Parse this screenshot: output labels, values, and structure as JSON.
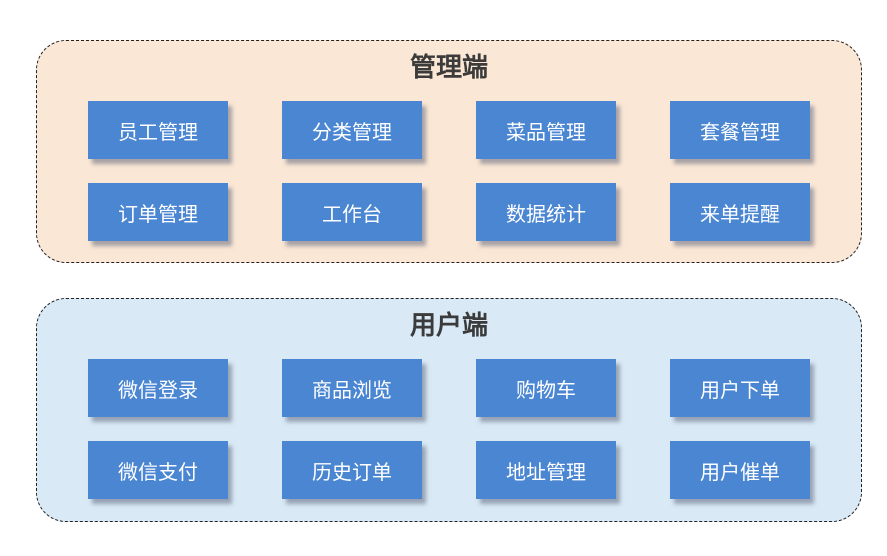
{
  "panels": [
    {
      "id": "admin",
      "title": "管理端",
      "background": "#FBE7D5",
      "modules": [
        "员工管理",
        "分类管理",
        "菜品管理",
        "套餐管理",
        "订单管理",
        "工作台",
        "数据统计",
        "来单提醒"
      ]
    },
    {
      "id": "user",
      "title": "用户端",
      "background": "#D9EAF6",
      "modules": [
        "微信登录",
        "商品浏览",
        "购物车",
        "用户下单",
        "微信支付",
        "历史订单",
        "地址管理",
        "用户催单"
      ]
    }
  ],
  "colors": {
    "module_box": "#4A86D2",
    "module_text": "#FFFFFF",
    "title_text": "#3B3B3B",
    "admin_panel_bg": "#FBE7D5",
    "user_panel_bg": "#D9EAF6",
    "border": "#222222"
  }
}
